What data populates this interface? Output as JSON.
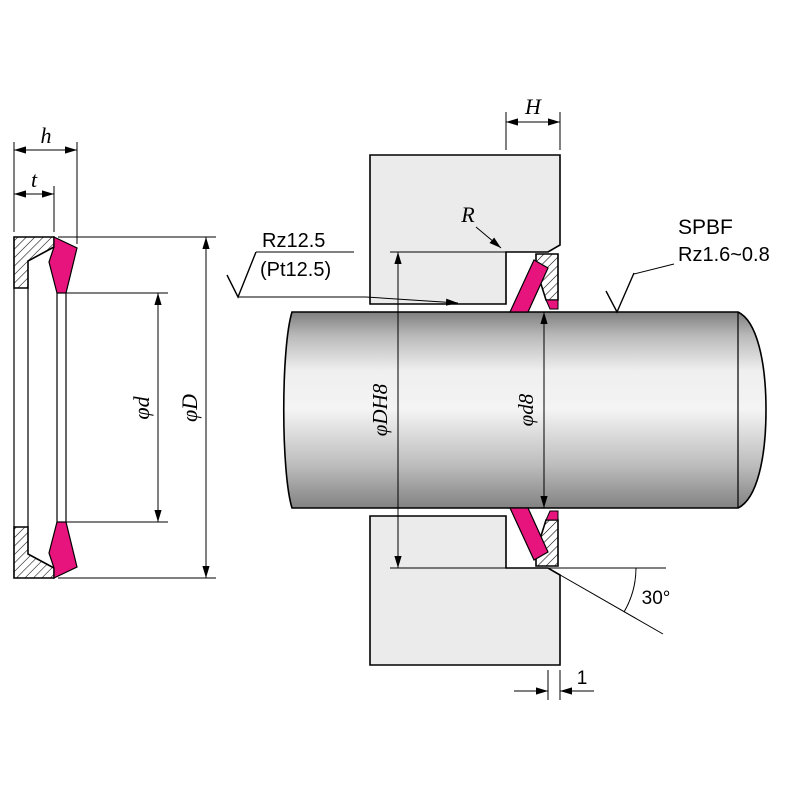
{
  "drawing": {
    "kind": "seal cross-section and installation drawing"
  },
  "colors": {
    "seal": "#e8147e",
    "housing": "#ebebeb",
    "line": "#000000"
  },
  "left_view": {
    "width_label": "h",
    "case_width_label": "t",
    "inner_dia_label": "φd",
    "outer_dia_label": "φD"
  },
  "right_view": {
    "seal_width_label": "H",
    "corner_radius_label": "R",
    "bore_roughness_line1": "Rz12.5",
    "bore_roughness_line2": "(Pt12.5)",
    "seal_series_label": "SPBF",
    "shaft_roughness_label": "Rz1.6~0.8",
    "housing_bore_dia_label": "φDH8",
    "shaft_dia_label": "φd8",
    "chamfer_angle_label": "30°",
    "chamfer_width_label": "1"
  }
}
